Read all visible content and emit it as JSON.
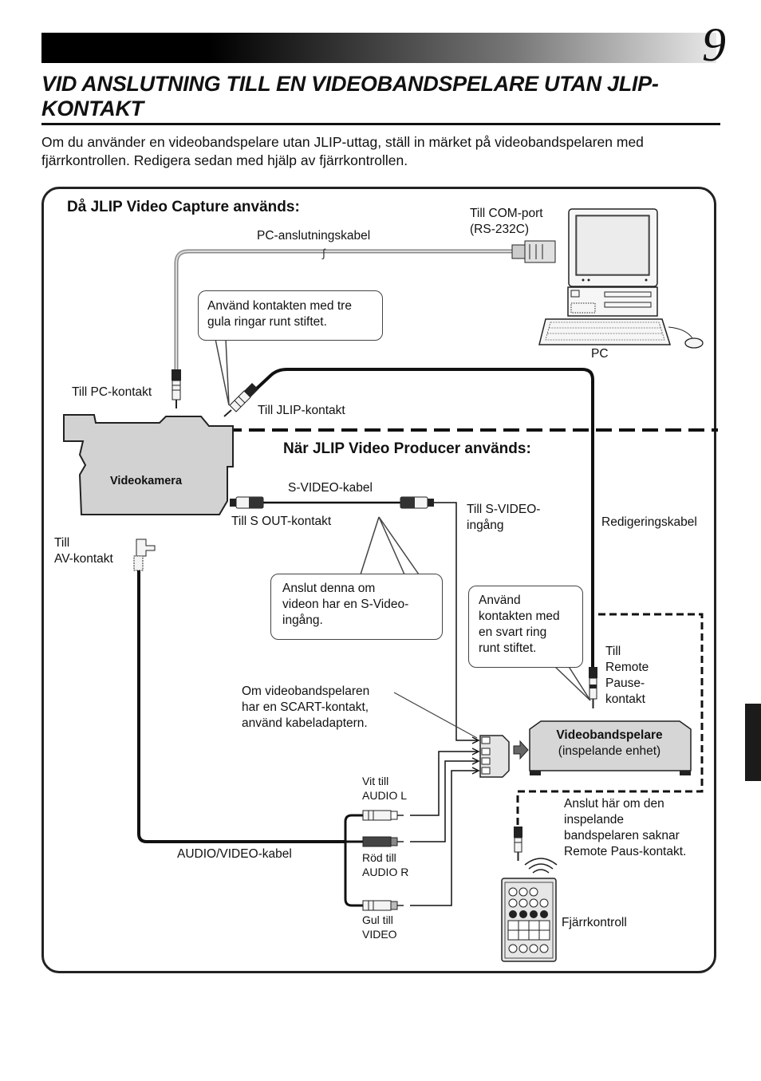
{
  "page_number": "9",
  "title": "VID ANSLUTNING TILL EN VIDEOBANDSPELARE UTAN JLIP-KONTAKT",
  "intro": "Om du använder en videobandspelare utan JLIP-uttag, ställ in märket på videobandspelaren med fjärrkontrollen. Redigera sedan med hjälp av fjärrkontrollen.",
  "diagram": {
    "section_capture": "Då JLIP Video Capture används:",
    "section_producer": "När JLIP Video Producer används:",
    "labels": {
      "com_port": "Till COM-port\n(RS-232C)",
      "pc_cable": "PC-anslutningskabel",
      "pc": "PC",
      "pc_jack": "Till PC-kontakt",
      "jlip_jack": "Till JLIP-kontakt",
      "camcorder": "Videokamera",
      "svideo_cable": "S-VIDEO-kabel",
      "s_out": "Till S OUT-kontakt",
      "s_video_in": "Till S-VIDEO-\ningång",
      "edit_cable": "Redigeringskabel",
      "av_jack": "Till\nAV-kontakt",
      "remote_pause": "Till\nRemote\nPause-\nkontakt",
      "scart_note": "Om videobandspelaren\nhar en SCART-kontakt,\nanvänd kabeladaptern.",
      "vcr_title": "Videobandspelare",
      "vcr_sub": "(inspelande enhet)",
      "white_audio_l": "Vit till\nAUDIO L",
      "red_audio_r": "Röd till\nAUDIO R",
      "yellow_video": "Gul till\nVIDEO",
      "av_cable": "AUDIO/VIDEO-kabel",
      "connect_here": "Anslut här om den\ninspelande\nbandspelaren saknar\nRemote Paus-kontakt.",
      "remote": "Fjärrkontroll"
    },
    "bubbles": {
      "three_rings": "Använd kontakten med tre\ngula ringar runt stiftet.",
      "svideo_note": "Anslut denna om\nvideon har en S-Video-\ningång.",
      "black_ring": "Använd\nkontakten med\nen svart ring\nrunt stiftet."
    }
  }
}
